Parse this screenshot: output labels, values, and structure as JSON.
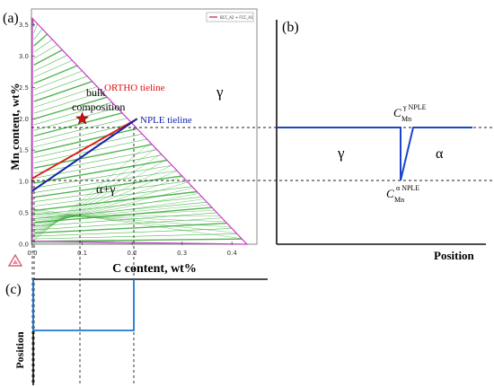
{
  "panels": {
    "a": {
      "label": "(a)"
    },
    "b": {
      "label": "(b)"
    },
    "c": {
      "label": "(c)"
    }
  },
  "panel_a": {
    "legend": {
      "entry": "BCC_A2 + FCC_A1",
      "color": "#c2185b"
    },
    "xlabel": "C content, wt%",
    "ylabel": "Mn content, wt%",
    "x_ticks": [
      "0.0",
      "0.1",
      "0.2",
      "0.3",
      "0.4"
    ],
    "y_ticks": [
      "0.0",
      "0.5",
      "1.0",
      "1.5",
      "2.0",
      "2.5",
      "3.0",
      "3.5"
    ],
    "annotations": {
      "gamma": "γ",
      "alpha_gamma": "α+γ",
      "bulk_composition_line1": "bulk",
      "bulk_composition_line2": "composition",
      "ortho_tieline": "ORTHO tieline",
      "nple_tieline": "NPLE tieline"
    },
    "colors": {
      "boundary": "#cc33cc",
      "tielines": "#33aa33",
      "ortho": "#dd1111",
      "nple": "#1122aa",
      "bulk_marker": "#cc1111"
    }
  },
  "panel_b": {
    "xlabel": "Position",
    "gamma": "γ",
    "alpha": "α",
    "label_top_C": "C",
    "label_top_sub": "Mn",
    "label_top_sup": "γ NPLE",
    "label_bot_C": "C",
    "label_bot_sub": "Mn",
    "label_bot_sup": "α NPLE",
    "profile_color": "#1a44cc"
  },
  "panel_c": {
    "ylabel": "Position",
    "profile_color": "#1a7ad4"
  },
  "chart_data": {
    "type": "scatter",
    "title": "",
    "xlabel": "C content, wt%",
    "ylabel": "Mn content, wt%",
    "xlim": [
      0.0,
      0.45
    ],
    "ylim": [
      0.0,
      3.75
    ],
    "grid": false,
    "legend": "top-right",
    "series": [
      {
        "name": "BCC_A2 + FCC_A1",
        "boundary": [
          [
            0.0,
            3.6
          ],
          [
            0.0,
            0.05
          ],
          [
            0.43,
            0.0
          ],
          [
            0.0,
            3.6
          ]
        ]
      }
    ],
    "points": {
      "bulk_composition": [
        0.1,
        2.0
      ]
    },
    "ortho_tieline": [
      [
        0.0,
        1.05
      ],
      [
        0.21,
        2.0
      ]
    ],
    "nple_tieline": [
      [
        0.0,
        0.85
      ],
      [
        0.21,
        2.0
      ]
    ]
  }
}
